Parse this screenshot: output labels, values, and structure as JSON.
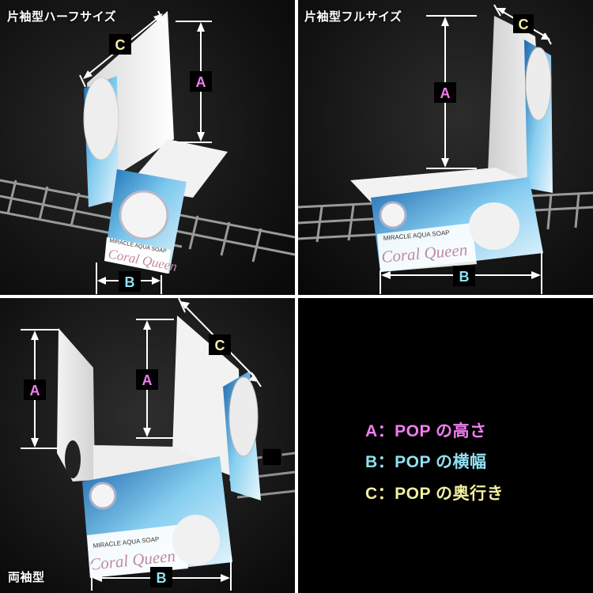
{
  "panels": {
    "half": {
      "title": "片袖型ハーフサイズ"
    },
    "full": {
      "title": "片袖型フルサイズ"
    },
    "both": {
      "title": "両袖型"
    }
  },
  "dimension_labels": {
    "a": "A",
    "b": "B",
    "c": "C"
  },
  "label_colors": {
    "a": "#f07ef0",
    "b": "#8fe2f2",
    "c": "#f2f0a0"
  },
  "product": {
    "brand_line": "MIRACLE AQUA SOAP",
    "name": "Coral Queen"
  },
  "legend": {
    "a": "A：POP の高さ",
    "b": "B：POP の横幅",
    "c": "C：POP の奥行き"
  }
}
